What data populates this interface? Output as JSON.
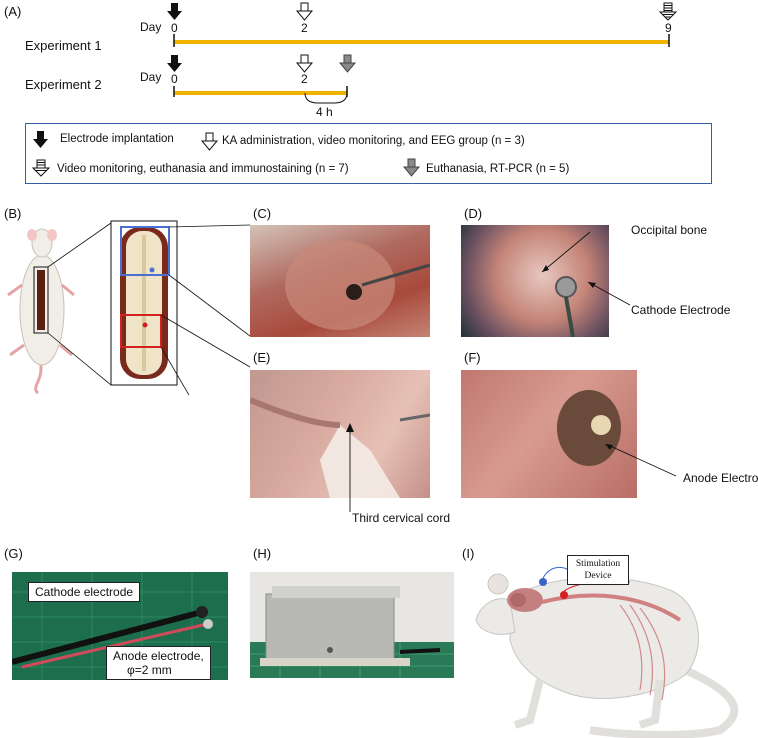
{
  "panels": {
    "A": "(A)",
    "B": "(B)",
    "C": "(C)",
    "D": "(D)",
    "E": "(E)",
    "F": "(F)",
    "G": "(G)",
    "H": "(H)",
    "I": "(I)"
  },
  "timeline": {
    "day_label": "Day",
    "experiment1": {
      "label": "Experiment  1",
      "ticks": [
        "0",
        "2",
        "9"
      ]
    },
    "experiment2": {
      "label": "Experiment  2",
      "ticks": [
        "0",
        "2"
      ],
      "interval": "4 h"
    }
  },
  "legend": {
    "implant": "Electrode implantation",
    "ka": "KA administration, video monitoring, and EEG group (n = 3)",
    "video": "Video monitoring, euthanasia and immunostaining (n = 7)",
    "euth": "Euthanasia, RT-PCR (n = 5)"
  },
  "annotations": {
    "occipital": "Occipital bone",
    "cathode": "Cathode Electrode",
    "anode": "Anode Electrode",
    "cervical": "Third cervical cord"
  },
  "panel_g": {
    "cathode": "Cathode electrode",
    "anode_line1": "Anode electrode,",
    "anode_line2": "φ=2 mm"
  },
  "panel_i": {
    "device_line1": "Stimulation",
    "device_line2": "Device"
  },
  "colors": {
    "timeline_bar": "#f0b400",
    "legend_border": "#3b5ba8",
    "highlight_blue": "#4a6fd0",
    "highlight_red": "#d42020"
  }
}
